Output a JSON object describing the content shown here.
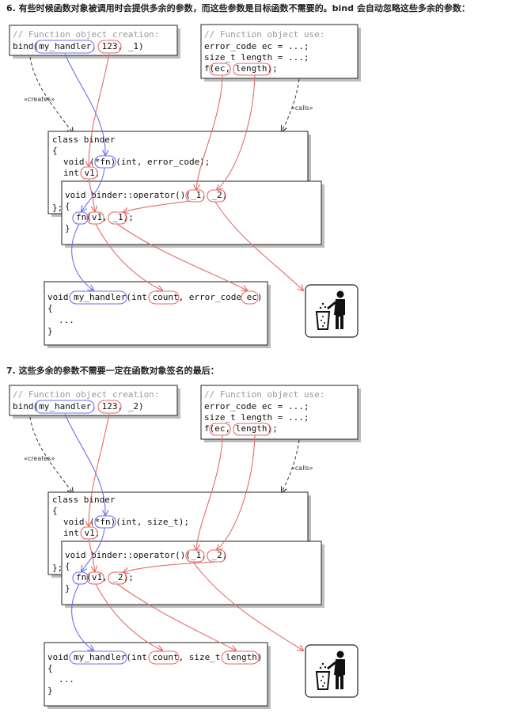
{
  "section6": {
    "heading": "6. 有些时候函数对象被调用时会提供多余的参数，而这些参数是目标函数不需要的。bind 会自动忽略这些多余的参数：",
    "creation_comment": "// Function object creation:",
    "creation_code": "bind(my_handler, 123, _1)",
    "use_comment": "// Function object use:",
    "use_line1": "error_code ec = ...;",
    "use_line2": "size_t length = ...;",
    "use_line3": "f(ec, length);",
    "creates_label": "«creates»",
    "calls_label": "«calls»",
    "binder_line1": "class binder",
    "binder_line2": "{",
    "binder_line3": "void (*fn)(int, error_code);",
    "binder_line4": "int v1;",
    "binder_line5": "};",
    "op_line1": "void binder::operator()(_1, _2)",
    "op_line2": "{",
    "op_line3": "fn(v1, _1);",
    "op_line4": "}",
    "handler_line1": "void my_handler(int count, error_code ec)",
    "handler_line2": "{",
    "handler_line3": "...",
    "handler_line4": "}"
  },
  "section7": {
    "heading": "7. 这些多余的参数不需要一定在函数对象签名的最后：",
    "creation_comment": "// Function object creation:",
    "creation_code": "bind(my_handler, 123, _2)",
    "use_comment": "// Function object use:",
    "use_line1": "error_code ec = ...;",
    "use_line2": "size_t length = ...;",
    "use_line3": "f(ec, length);",
    "creates_label": "«creates»",
    "calls_label": "«calls»",
    "binder_line1": "class binder",
    "binder_line2": "{",
    "binder_line3": "void (*fn)(int, size_t);",
    "binder_line4": "int v1;",
    "binder_line5": "};",
    "op_line1": "void binder::operator()(_1, _2)",
    "op_line2": "{",
    "op_line3": "fn(v1, _2);",
    "op_line4": "}",
    "handler_line1": "void my_handler(int count, size_t length)",
    "handler_line2": "{",
    "handler_line3": "...",
    "handler_line4": "}"
  },
  "colors": {
    "blue_arrow": "#6f6ff0",
    "red_arrow": "#e86a6a",
    "comment": "#9a9a9a"
  },
  "icons": {
    "trash": "trash-can-icon"
  }
}
